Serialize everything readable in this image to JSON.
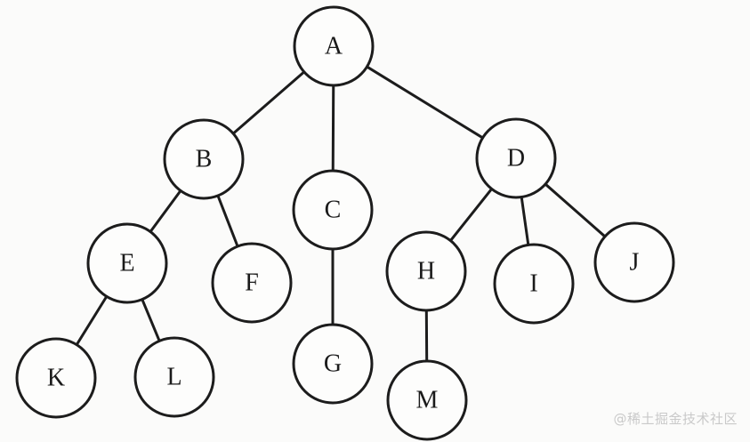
{
  "diagram": {
    "nodes": [
      {
        "id": "A",
        "label": "A"
      },
      {
        "id": "B",
        "label": "B"
      },
      {
        "id": "C",
        "label": "C"
      },
      {
        "id": "D",
        "label": "D"
      },
      {
        "id": "E",
        "label": "E"
      },
      {
        "id": "F",
        "label": "F"
      },
      {
        "id": "G",
        "label": "G"
      },
      {
        "id": "H",
        "label": "H"
      },
      {
        "id": "I",
        "label": "I"
      },
      {
        "id": "J",
        "label": "J"
      },
      {
        "id": "K",
        "label": "K"
      },
      {
        "id": "L",
        "label": "L"
      },
      {
        "id": "M",
        "label": "M"
      }
    ],
    "edges": [
      [
        "A",
        "B"
      ],
      [
        "A",
        "C"
      ],
      [
        "A",
        "D"
      ],
      [
        "B",
        "E"
      ],
      [
        "B",
        "F"
      ],
      [
        "C",
        "G"
      ],
      [
        "D",
        "H"
      ],
      [
        "D",
        "I"
      ],
      [
        "D",
        "J"
      ],
      [
        "E",
        "K"
      ],
      [
        "E",
        "L"
      ],
      [
        "H",
        "M"
      ]
    ]
  },
  "watermark": "@稀土掘金技术社区"
}
